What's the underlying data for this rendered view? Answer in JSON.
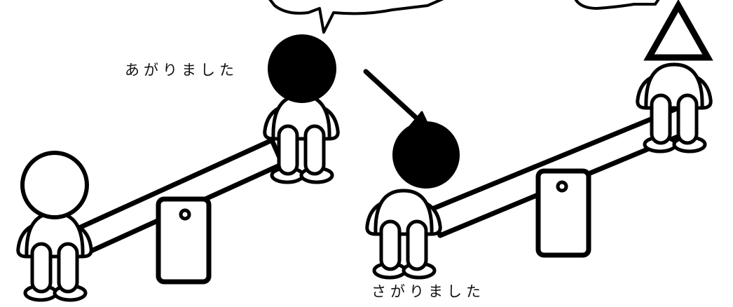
{
  "labels": {
    "went_up": "あがりました",
    "went_down": "さがりました"
  },
  "colors": {
    "stroke": "#000000",
    "fill": "#ffffff",
    "filled_head": "#000000"
  },
  "head_shapes": {
    "left_lower_person": "hollow-circle",
    "left_upper_person": "filled-circle",
    "right_lower_person": "filled-circle",
    "right_upper_person": "triangle"
  }
}
